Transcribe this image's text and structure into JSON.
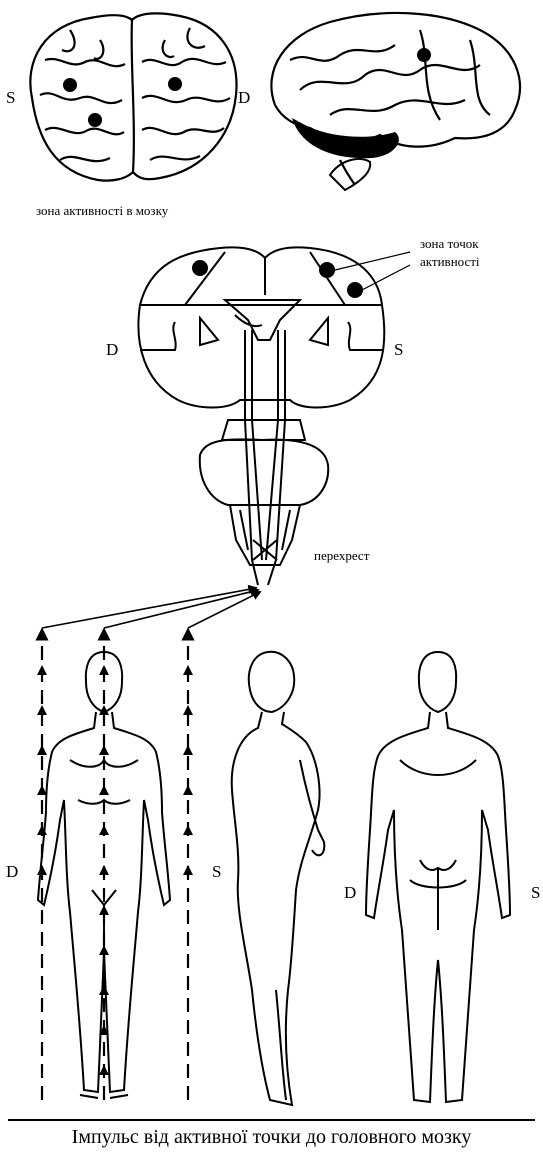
{
  "brain_top": {
    "left_side": "S",
    "right_side": "D"
  },
  "brain_zone_caption": "зона активності в мозку",
  "section": {
    "zone_label_line1": "зона точок",
    "zone_label_line2": "активності",
    "left_side": "D",
    "right_side": "S",
    "crossing_label": "перехрест"
  },
  "figures": {
    "front_left": "D",
    "front_right": "S",
    "back_left": "D",
    "back_right": "S"
  },
  "caption": "Імпульс від активної точки до головного мозку",
  "colors": {
    "ink": "#000000",
    "paper": "#ffffff"
  }
}
